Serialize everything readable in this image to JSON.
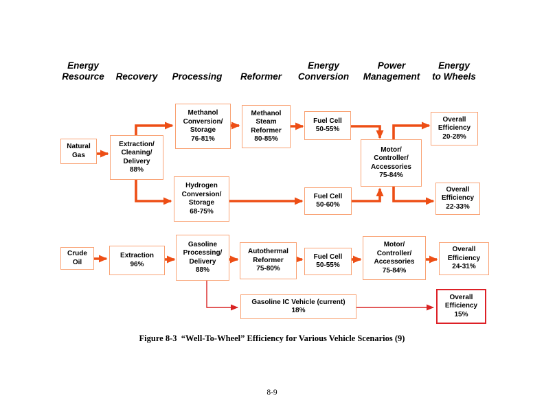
{
  "headers": [
    {
      "id": "energy-resource",
      "label": "Energy\nResource"
    },
    {
      "id": "recovery",
      "label": "Recovery"
    },
    {
      "id": "processing",
      "label": "Processing"
    },
    {
      "id": "reformer",
      "label": "Reformer"
    },
    {
      "id": "energy-conversion",
      "label": "Energy\nConversion"
    },
    {
      "id": "power-management",
      "label": "Power\nManagement"
    },
    {
      "id": "energy-to-wheels",
      "label": "Energy\nto Wheels"
    }
  ],
  "nodes": {
    "natural_gas": {
      "label": "Natural\nGas"
    },
    "extraction_cleaning": {
      "label": "Extraction/\nCleaning/\nDelivery\n88%"
    },
    "methanol_conversion": {
      "label": "Methanol\nConversion/\nStorage\n76-81%"
    },
    "methanol_steam_reformer": {
      "label": "Methanol\nSteam\nReformer\n80-85%"
    },
    "fuel_cell_meoh": {
      "label": "Fuel Cell\n50-55%"
    },
    "motor_top": {
      "label": "Motor/\nController/\nAccessories\n75-84%"
    },
    "overall_20_28": {
      "label": "Overall\nEfficiency\n20-28%"
    },
    "hydrogen_conversion": {
      "label": "Hydrogen\nConversion/\nStorage\n68-75%"
    },
    "fuel_cell_h2": {
      "label": "Fuel Cell\n50-60%"
    },
    "overall_22_33": {
      "label": "Overall\nEfficiency\n22-33%"
    },
    "crude_oil": {
      "label": "Crude\nOil"
    },
    "extraction_96": {
      "label": "Extraction\n96%"
    },
    "gasoline_processing": {
      "label": "Gasoline\nProcessing/\nDelivery\n88%"
    },
    "autothermal_reformer": {
      "label": "Autothermal\nReformer\n75-80%"
    },
    "fuel_cell_gasoline": {
      "label": "Fuel Cell\n50-55%"
    },
    "motor_bottom": {
      "label": "Motor/\nController/\nAccessories\n75-84%"
    },
    "overall_24_31": {
      "label": "Overall\nEfficiency\n24-31%"
    },
    "gasoline_ic": {
      "label": "Gasoline IC Vehicle (current)\n18%"
    },
    "overall_15": {
      "label": "Overall\nEfficiency\n15%"
    }
  },
  "edges": [
    {
      "from": "natural_gas",
      "to": "extraction_cleaning"
    },
    {
      "from": "extraction_cleaning",
      "to": "methanol_conversion"
    },
    {
      "from": "extraction_cleaning",
      "to": "hydrogen_conversion"
    },
    {
      "from": "methanol_conversion",
      "to": "methanol_steam_reformer"
    },
    {
      "from": "methanol_steam_reformer",
      "to": "fuel_cell_meoh"
    },
    {
      "from": "fuel_cell_meoh",
      "to": "motor_top"
    },
    {
      "from": "motor_top",
      "to": "overall_20_28"
    },
    {
      "from": "hydrogen_conversion",
      "to": "fuel_cell_h2"
    },
    {
      "from": "fuel_cell_h2",
      "to": "motor_top"
    },
    {
      "from": "motor_top",
      "to": "overall_22_33"
    },
    {
      "from": "crude_oil",
      "to": "extraction_96"
    },
    {
      "from": "extraction_96",
      "to": "gasoline_processing"
    },
    {
      "from": "gasoline_processing",
      "to": "autothermal_reformer"
    },
    {
      "from": "autothermal_reformer",
      "to": "fuel_cell_gasoline"
    },
    {
      "from": "fuel_cell_gasoline",
      "to": "motor_bottom"
    },
    {
      "from": "motor_bottom",
      "to": "overall_24_31"
    },
    {
      "from": "gasoline_processing",
      "to": "gasoline_ic"
    },
    {
      "from": "gasoline_ic",
      "to": "overall_15"
    }
  ],
  "caption": "Figure 8-3  “Well-To-Wheel” Efficiency for Various Vehicle Scenarios (9)",
  "page_number": "8-9",
  "colors": {
    "arrow_orange": "#ED4E15",
    "box_border": "#F9A172",
    "line_red": "#D92323",
    "red_box_border": "#DD2026"
  }
}
